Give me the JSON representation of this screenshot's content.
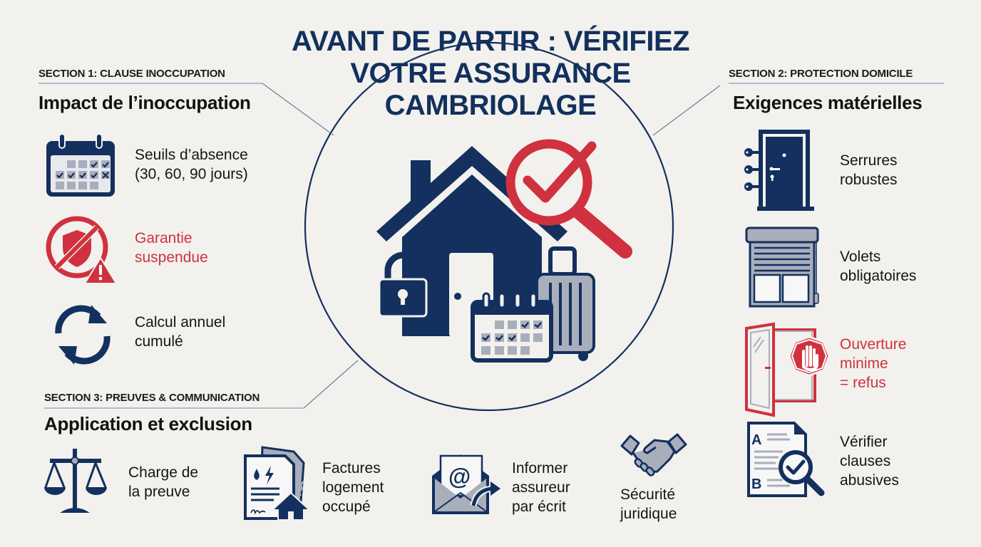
{
  "title": {
    "line1": "AVANT DE PARTIR : VÉRIFIEZ",
    "line2": "VOTRE ASSURANCE",
    "line3": "CAMBRIOLAGE"
  },
  "colors": {
    "navy": "#13305e",
    "red": "#d0313f",
    "grey": "#a9aebb",
    "background": "#f2f1ed"
  },
  "center_illustration": {
    "icons": [
      "house-icon",
      "padlock-icon",
      "magnifier-check-icon",
      "calendar-icon",
      "suitcase-icon"
    ]
  },
  "section1": {
    "label": "SECTION 1: CLAUSE INOCCUPATION",
    "title": "Impact de l’inoccupation",
    "items": [
      {
        "icon": "calendar-check-icon",
        "line1": "Seuils d’absence",
        "line2": "(30, 60, 90 jours)",
        "highlight": false
      },
      {
        "icon": "shield-prohibited-warning-icon",
        "line1": "Garantie",
        "line2": "suspendue",
        "highlight": true
      },
      {
        "icon": "refresh-cycle-icon",
        "line1": "Calcul annuel",
        "line2": "cumulé",
        "highlight": false
      }
    ]
  },
  "section2": {
    "label": "SECTION 2: PROTECTION DOMICILE",
    "title": "Exigences matérielles",
    "items": [
      {
        "icon": "door-keys-icon",
        "line1": "Serrures",
        "line2": "robustes",
        "highlight": false
      },
      {
        "icon": "roller-shutter-icon",
        "line1": "Volets",
        "line2": "obligatoires",
        "highlight": false
      },
      {
        "icon": "open-window-stop-icon",
        "line1": "Ouverture",
        "line2": "minime",
        "line3": "= refus",
        "highlight": true
      },
      {
        "icon": "document-magnifier-icon",
        "line1": "Vérifier",
        "line2": "clauses",
        "line3": "abusives",
        "highlight": false
      }
    ]
  },
  "section3": {
    "label": "SECTION 3: PREUVES & COMMUNICATION",
    "title": "Application et exclusion",
    "items": [
      {
        "icon": "scales-icon",
        "line1": "Charge de",
        "line2": "la preuve"
      },
      {
        "icon": "bills-house-icon",
        "line1": "Factures",
        "line2": "logement",
        "line3": "occupé"
      },
      {
        "icon": "email-send-icon",
        "line1": "Informer",
        "line2": "assureur",
        "line3": "par écrit"
      },
      {
        "icon": "handshake-icon",
        "line1": "Sécurité",
        "line2": "juridique"
      }
    ]
  }
}
